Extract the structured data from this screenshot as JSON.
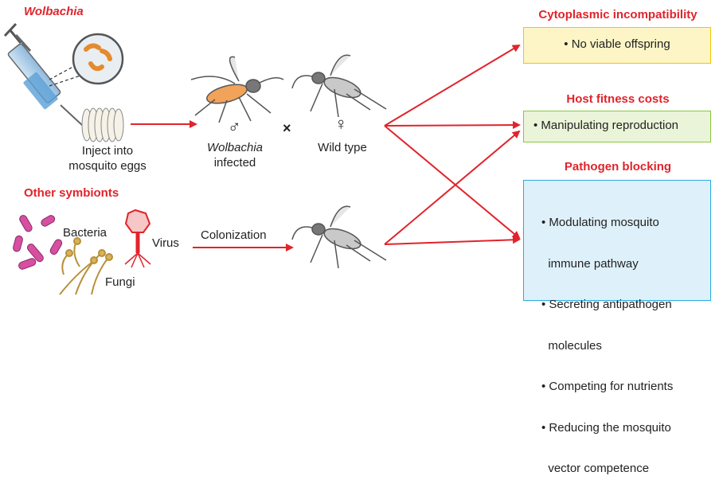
{
  "wolbachia": {
    "title": "Wolbachia",
    "caption_line1": "Inject into",
    "caption_line2": "mosquito eggs",
    "male_symbol": "♂",
    "cross_symbol": "×",
    "female_symbol": "♀",
    "infected_line1": "Wolbachia",
    "infected_line2": "infected",
    "wild_label": "Wild type"
  },
  "other": {
    "title": "Other symbionts",
    "bacteria_label": "Bacteria",
    "virus_label": "Virus",
    "fungi_label": "Fungi",
    "colonization_label": "Colonization"
  },
  "outcomes": [
    {
      "title": "Cytoplasmic incompatibility",
      "items": [
        "• No viable offspring"
      ],
      "fill": "#fdf5c6",
      "border": "#f5c400"
    },
    {
      "title": "Host fitness costs",
      "items": [
        "• Manipulating reproduction"
      ],
      "fill": "#eaf4d8",
      "border": "#8cc63f"
    },
    {
      "title": "Pathogen blocking",
      "items": [
        "• Modulating mosquito",
        "  immune pathway",
        "• Secreting antipathogen",
        "  molecules",
        "• Competing for nutrients",
        "• Reducing the mosquito",
        "  vector competence"
      ],
      "fill": "#def1fa",
      "border": "#29abe2"
    }
  ],
  "colors": {
    "accent_red": "#e0242b",
    "bacteria": "#d64fa0",
    "virus": "#e0242b",
    "fungi": "#c9a24c",
    "mosquito": "#555555"
  }
}
